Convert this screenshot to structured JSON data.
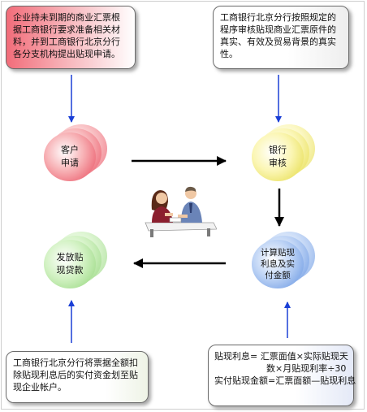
{
  "notes": {
    "top_left": "企业持未到期的商业汇票根据工商银行要求准备相关材料，并到工商银行北京分行各分支机构提出贴现申请。",
    "top_right": "工商银行北京分行按照规定的程序审核贴现商业汇票原件的真实、有效及贸易背景的真实性。",
    "bottom_left": "工商银行北京分行将票据全额扣除贴现利息后的实付资金划至贴现企业帐户。",
    "bottom_right": {
      "line1": "贴现利息=  汇票面值×实际贴现天",
      "line2": "数×月贴现利率÷30",
      "line3": "实付贴现金额=汇票面额—贴现利息"
    }
  },
  "nodes": {
    "customer": [
      "客户",
      "申请"
    ],
    "bank_review": [
      "银行",
      "审核"
    ],
    "calculate": [
      "计算贴现",
      "利息及实",
      "付金额"
    ],
    "disburse": [
      "发放贴",
      "现贷款"
    ]
  },
  "colors": {
    "blue_arrow": "#1a3fd6",
    "black_arrow": "#000000",
    "customer": "#e8485a",
    "bank_review": "#e2d83c",
    "calculate": "#5f90e0",
    "disburse": "#8fd477"
  },
  "illustration": "business-meeting-icon"
}
